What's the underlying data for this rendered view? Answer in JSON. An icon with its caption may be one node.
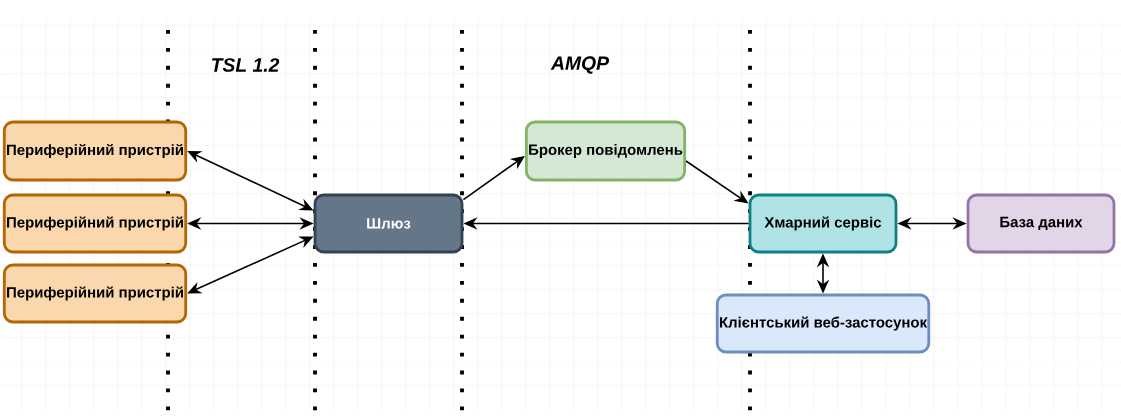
{
  "diagram": {
    "nodes": [
      {
        "text": [
          "Периферійний пристрій"
        ]
      },
      {
        "text": [
          "Периферійний пристрій"
        ]
      },
      {
        "text": [
          "Периферійний пристрій"
        ]
      },
      {
        "text": [
          "Шлюз"
        ]
      },
      {
        "text": [
          "Брокер повідомлень"
        ]
      },
      {
        "text": [
          "Хмарний сервіс"
        ]
      },
      {
        "text": [
          "База даних"
        ]
      },
      {
        "text": [
          "Клієнтський веб-застосунок"
        ]
      }
    ],
    "edges": [
      {
        "from": 0,
        "to": 3,
        "arrow": "both"
      },
      {
        "from": 1,
        "to": 3,
        "arrow": "both"
      },
      {
        "from": 2,
        "to": 3,
        "arrow": "both"
      },
      {
        "from": 3,
        "to": 4,
        "arrow": "to"
      },
      {
        "from": 4,
        "to": 5,
        "arrow": "to"
      },
      {
        "from": 5,
        "to": 3,
        "arrow": "to"
      },
      {
        "from": 5,
        "to": 6,
        "arrow": "both"
      },
      {
        "from": 5,
        "to": 7,
        "arrow": "both"
      }
    ],
    "labels": [
      "TSL 1.2",
      "AMQP"
    ]
  }
}
